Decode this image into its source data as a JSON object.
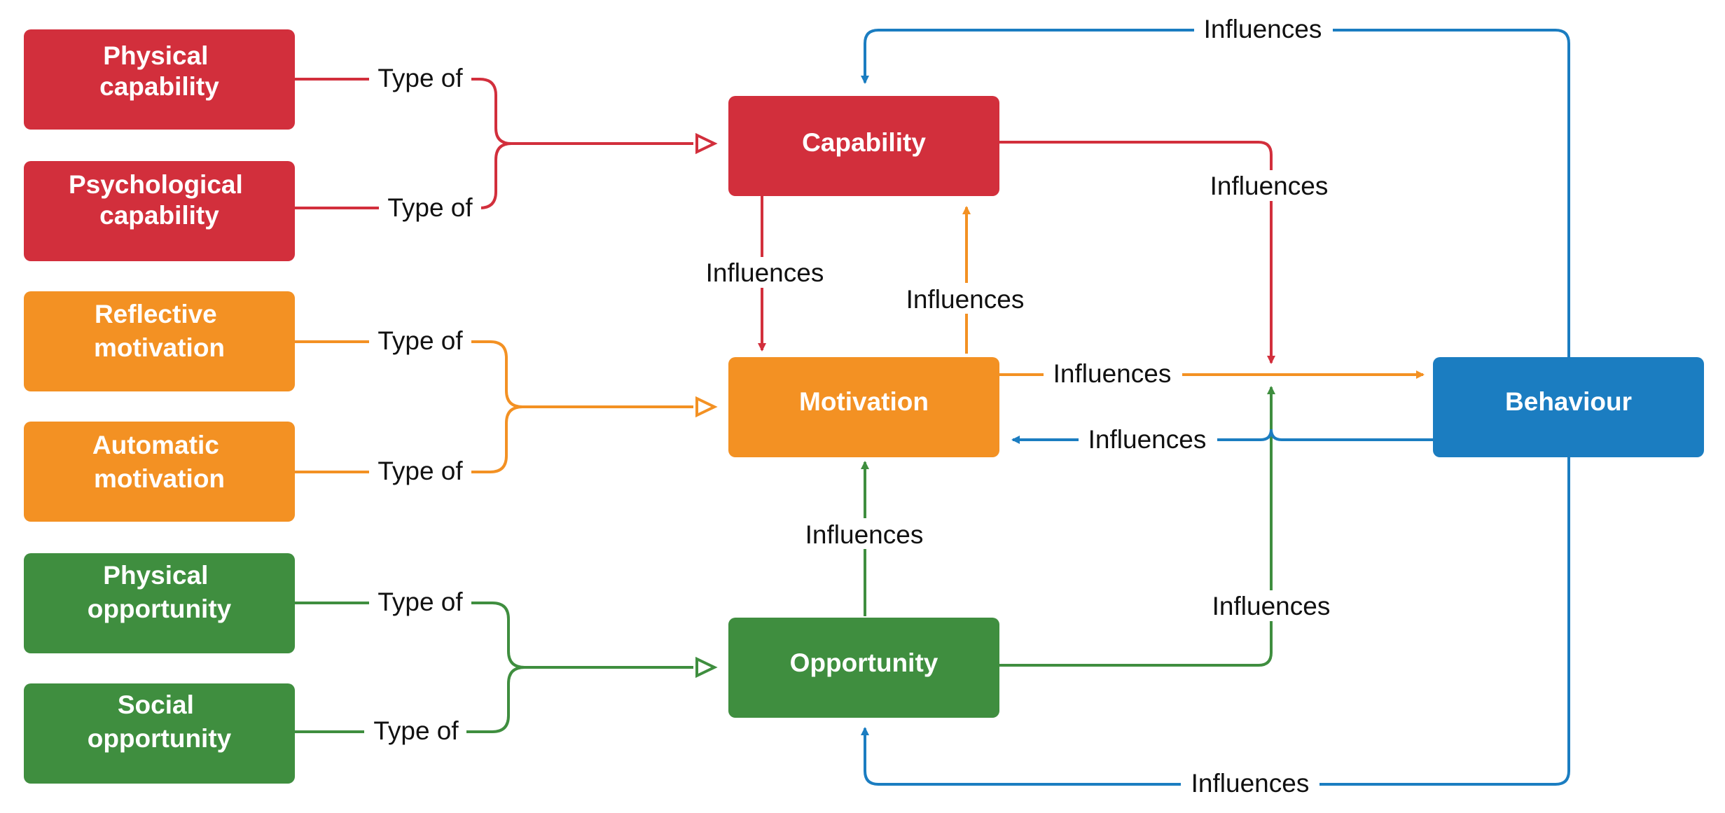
{
  "colors": {
    "capability": "#D22F3C",
    "motivation": "#F39123",
    "opportunity": "#3F8E3F",
    "behaviour": "#1B7DC1",
    "text_dark": "#111111",
    "text_light": "#ffffff",
    "background": "#ffffff"
  },
  "nodes": {
    "physical_capability": {
      "lines": [
        "Physical",
        "capability"
      ]
    },
    "psychological_capability": {
      "lines": [
        "Psychological",
        "capability"
      ]
    },
    "reflective_motivation": {
      "lines": [
        "Reflective",
        "motivation"
      ]
    },
    "automatic_motivation": {
      "lines": [
        "Automatic",
        "motivation"
      ]
    },
    "physical_opportunity": {
      "lines": [
        "Physical",
        "opportunity"
      ]
    },
    "social_opportunity": {
      "lines": [
        "Social",
        "opportunity"
      ]
    },
    "capability": {
      "lines": [
        "Capability"
      ]
    },
    "motivation": {
      "lines": [
        "Motivation"
      ]
    },
    "opportunity": {
      "lines": [
        "Opportunity"
      ]
    },
    "behaviour": {
      "lines": [
        "Behaviour"
      ]
    }
  },
  "edge_labels": {
    "type_of": "Type of",
    "influences": "Influences"
  }
}
